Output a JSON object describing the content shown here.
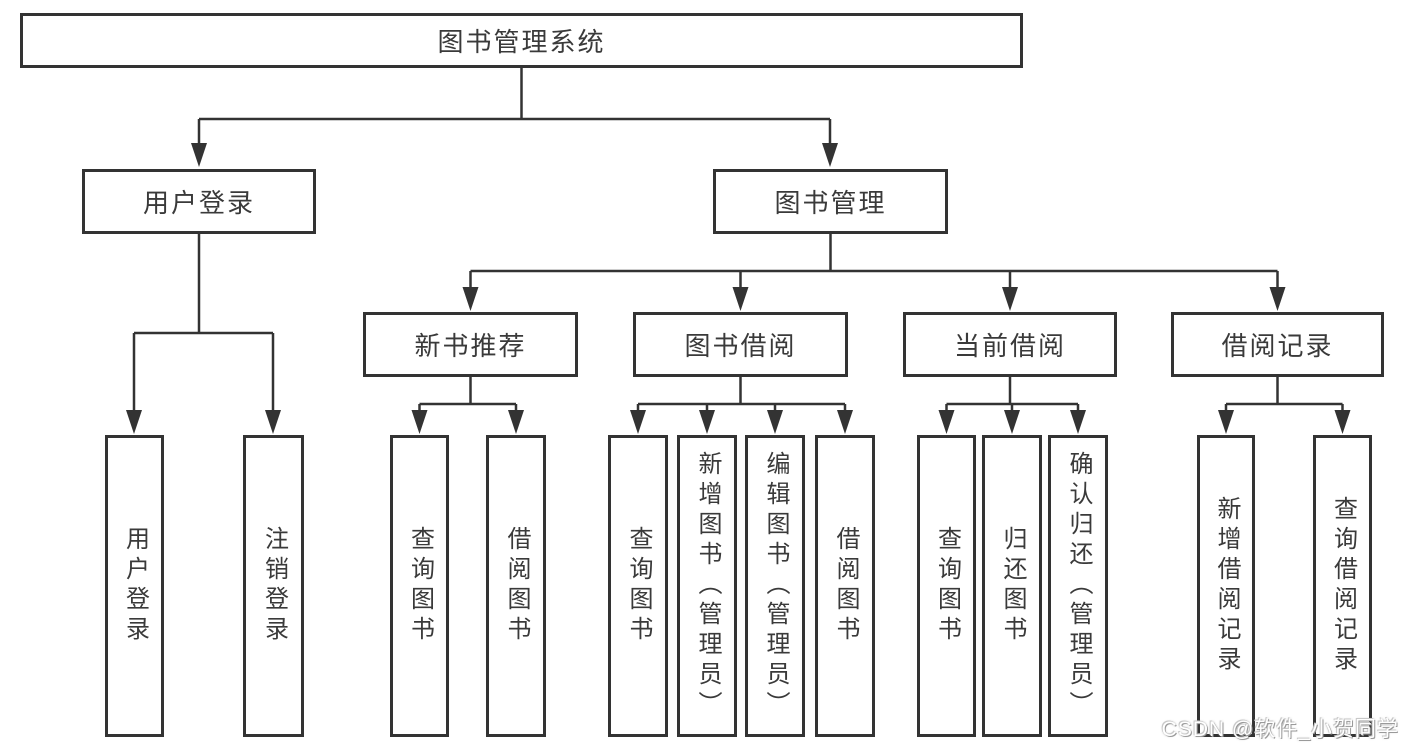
{
  "colors": {
    "line": "#333333",
    "text": "#3a3a3a",
    "background": "#ffffff",
    "watermark_text": "#ffffff"
  },
  "watermark": "CSDN @软件_小贺同学",
  "nodes": {
    "root": {
      "label": "图书管理系统"
    },
    "user_login": {
      "label": "用户登录"
    },
    "book_mgmt": {
      "label": "图书管理"
    },
    "new_book_rec": {
      "label": "新书推荐"
    },
    "book_borrow": {
      "label": "图书借阅"
    },
    "current_borrow": {
      "label": "当前借阅"
    },
    "borrow_records": {
      "label": "借阅记录"
    },
    "leaf_user_login": {
      "label": "用户登录"
    },
    "leaf_logout": {
      "label": "注销登录"
    },
    "leaf_query_book_rec": {
      "label": "查询图书"
    },
    "leaf_borrow_book_rec": {
      "label": "借阅图书"
    },
    "leaf_query_book_borrow": {
      "label": "查询图书"
    },
    "leaf_add_book": {
      "label": "新增图书（管理员）"
    },
    "leaf_edit_book": {
      "label": "编辑图书（管理员）"
    },
    "leaf_borrow_book_borrow": {
      "label": "借阅图书"
    },
    "leaf_query_book_current": {
      "label": "查询图书"
    },
    "leaf_return_book": {
      "label": "归还图书"
    },
    "leaf_confirm_return": {
      "label": "确认归还（管理员）"
    },
    "leaf_add_borrow_record": {
      "label": "新增借阅记录"
    },
    "leaf_query_borrow_record": {
      "label": "查询借阅记录"
    }
  },
  "hierarchy": {
    "图书管理系统": {
      "用户登录": [
        "用户登录",
        "注销登录"
      ],
      "图书管理": {
        "新书推荐": [
          "查询图书",
          "借阅图书"
        ],
        "图书借阅": [
          "查询图书",
          "新增图书（管理员）",
          "编辑图书（管理员）",
          "借阅图书"
        ],
        "当前借阅": [
          "查询图书",
          "归还图书",
          "确认归还（管理员）"
        ],
        "借阅记录": [
          "新增借阅记录",
          "查询借阅记录"
        ]
      }
    }
  }
}
